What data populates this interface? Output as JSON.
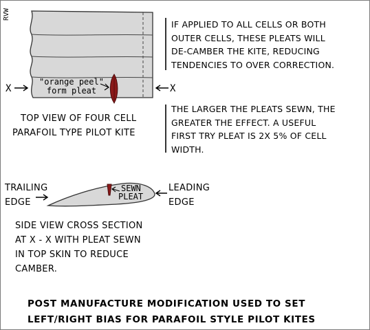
{
  "initials": "RVW",
  "top_kite": {
    "pleat_label_line1": "\"orange peel\"",
    "pleat_label_line2": "form pleat",
    "x_left": "X",
    "x_right": "X",
    "pleat_color": "#8b1a1a",
    "fill_color": "#d8d8d8"
  },
  "note1": {
    "lines": [
      "IF APPLIED TO ALL CELLS OR BOTH",
      "OUTER CELLS, THESE PLEATS WILL",
      "DE-CAMBER THE KITE, REDUCING",
      "TENDENCIES TO OVER CORRECTION."
    ]
  },
  "note2": {
    "lines": [
      "THE LARGER THE PLEATS SEWN, THE",
      "GREATER THE EFFECT. A USEFUL",
      "FIRST TRY PLEAT IS 2X 5% OF CELL",
      "WIDTH."
    ]
  },
  "top_view_caption": {
    "line1": "TOP VIEW OF FOUR CELL",
    "line2": "PARAFOIL TYPE PILOT KITE"
  },
  "side_view": {
    "trailing1": "TRAILING",
    "trailing2": "EDGE",
    "leading1": "LEADING",
    "leading2": "EDGE",
    "sewn1": "SEWN",
    "sewn2": "PLEAT"
  },
  "side_caption": {
    "lines": [
      "SIDE VIEW CROSS SECTION",
      "AT X - X WITH PLEAT SEWN",
      "IN TOP SKIN TO REDUCE",
      "CAMBER."
    ]
  },
  "footer": {
    "line1": "POST MANUFACTURE MODIFICATION USED TO SET",
    "line2": "LEFT/RIGHT BIAS FOR PARAFOIL STYLE PILOT KITES"
  }
}
